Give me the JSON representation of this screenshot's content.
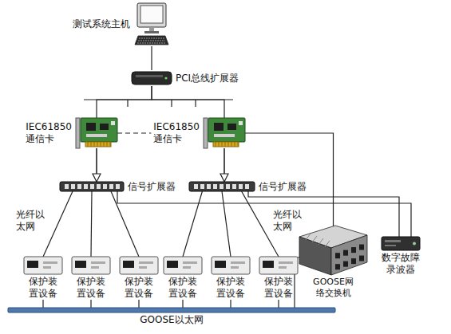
{
  "diagram": {
    "nodes": [
      {
        "text": [
          "测试系统主机"
        ]
      },
      {
        "text": [
          "PCI总线扩展器"
        ]
      },
      {
        "text": [
          "IEC61850 通信卡"
        ]
      },
      {
        "text": [
          "IEC61850 通信卡"
        ]
      },
      {
        "text": [
          "信号扩展器"
        ]
      },
      {
        "text": [
          "信号扩展器"
        ]
      },
      {
        "text": [
          "保护装置设备"
        ]
      },
      {
        "text": [
          "保护装置设备"
        ]
      },
      {
        "text": [
          "保护装置设备"
        ]
      },
      {
        "text": [
          "保护装置设备"
        ]
      },
      {
        "text": [
          "保护装置设备"
        ]
      },
      {
        "text": [
          "保护装置设备"
        ]
      },
      {
        "text": [
          "GOOSE网络交换机"
        ]
      },
      {
        "text": [
          "数字故障录波器"
        ]
      },
      {
        "text": [
          "GOOSE以太网"
        ]
      }
    ],
    "edges": [
      {
        "from": 0,
        "to": 1,
        "arrow": "none"
      },
      {
        "from": 1,
        "to": 2,
        "arrow": "none"
      },
      {
        "from": 1,
        "to": 3,
        "arrow": "none"
      },
      {
        "from": 2,
        "to": 3,
        "arrow": "none"
      },
      {
        "from": 2,
        "to": 4,
        "arrow": "to"
      },
      {
        "from": 3,
        "to": 5,
        "arrow": "to"
      },
      {
        "from": 4,
        "to": 6,
        "arrow": "none"
      },
      {
        "from": 4,
        "to": 7,
        "arrow": "none"
      },
      {
        "from": 4,
        "to": 8,
        "arrow": "none"
      },
      {
        "from": 5,
        "to": 9,
        "arrow": "none"
      },
      {
        "from": 5,
        "to": 10,
        "arrow": "none"
      },
      {
        "from": 5,
        "to": 11,
        "arrow": "none"
      },
      {
        "from": 3,
        "to": 12,
        "arrow": "none"
      },
      {
        "from": 4,
        "to": 13,
        "arrow": "none"
      },
      {
        "from": 5,
        "to": 13,
        "arrow": "none"
      },
      {
        "from": 6,
        "to": 14,
        "arrow": "none"
      },
      {
        "from": 7,
        "to": 14,
        "arrow": "none"
      },
      {
        "from": 8,
        "to": 14,
        "arrow": "none"
      },
      {
        "from": 9,
        "to": 14,
        "arrow": "none"
      },
      {
        "from": 10,
        "to": 14,
        "arrow": "none"
      },
      {
        "from": 11,
        "to": 14,
        "arrow": "none"
      },
      {
        "from": 12,
        "to": 14,
        "arrow": "none"
      }
    ],
    "labels": [
      "光纤以太网",
      "光纤以太网"
    ]
  }
}
